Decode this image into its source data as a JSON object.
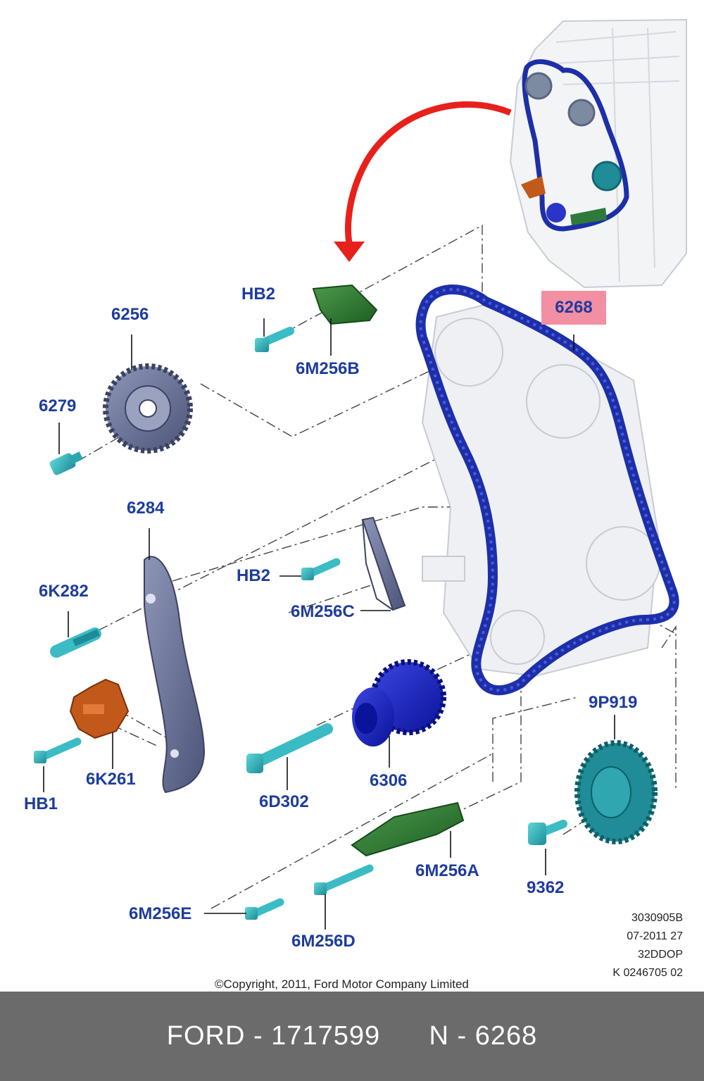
{
  "labels": {
    "p6268": "6268",
    "p6256": "6256",
    "p6279": "6279",
    "hb2_top": "HB2",
    "p6m256b": "6M256B",
    "p6284": "6284",
    "p6k282": "6K282",
    "hb2_mid": "HB2",
    "p6m256c": "6M256C",
    "p6k261": "6K261",
    "hb1": "HB1",
    "p6d302": "6D302",
    "p6306": "6306",
    "p9p919": "9P919",
    "p6m256a": "6M256A",
    "p9362": "9362",
    "p6m256e": "6M256E",
    "p6m256d": "6M256D"
  },
  "reference": {
    "line1": "3030905B",
    "line2": "07-2011 27",
    "line3": "32DDOP",
    "line4": "K 0246705 02"
  },
  "copyright": "©Copyright, 2011, Ford Motor Company Limited",
  "footer": {
    "part": "FORD - 1717599",
    "number": "N - 6268"
  },
  "colors": {
    "label_text": "#1e3c9e",
    "highlight": "#f38fa2",
    "chain": "#1d2fa8",
    "arrow": "#e8201c",
    "footer_bg": "#6b6b6b"
  }
}
